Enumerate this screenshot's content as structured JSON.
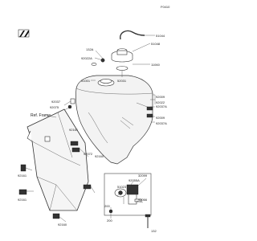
{
  "diagram": {
    "page_ref": "F0410",
    "frame_note": "Ref. Frame",
    "callouts": {
      "c51044": "51044",
      "c132A": "132A",
      "c92022A": "92022A",
      "c51048": "51048",
      "c11060": "11060",
      "c52031": "52031",
      "c51001": "51001",
      "c92009a": "92009",
      "c92022": "92022",
      "c92037a": "92037A",
      "c92037": "92037",
      "c92075": "92075",
      "c92161a": "92161",
      "c92009b": "92009",
      "c92037b": "92037A",
      "c92072": "92072",
      "c92160": "92160",
      "c92161b": "92161",
      "c92161c": "92161",
      "c92160b": "92160",
      "c32099": "32099",
      "c92055a": "92055A",
      "c51023": "51023",
      "c92066": "92066",
      "c200a": "200",
      "c132": "132",
      "c200b": "200"
    }
  }
}
